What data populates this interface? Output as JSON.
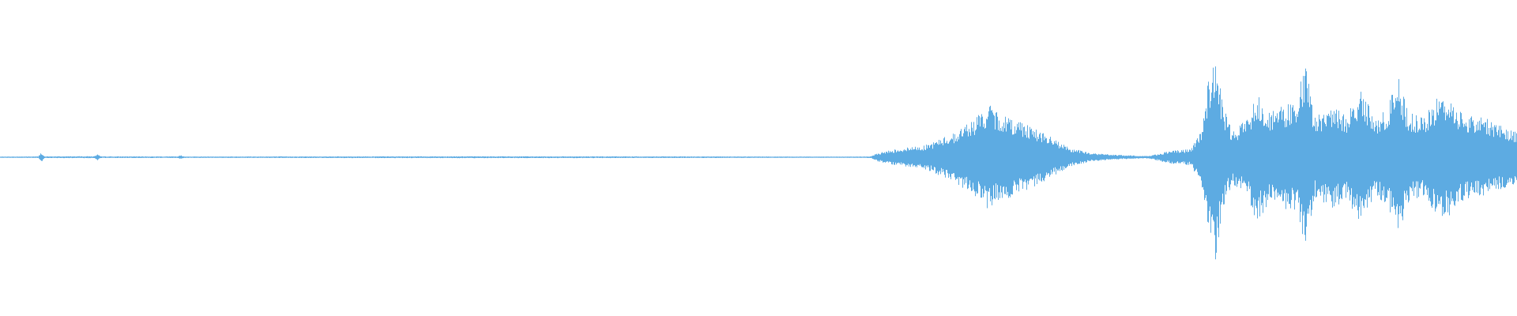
{
  "waveform": {
    "color": "#5DABE2",
    "background": "#FFFFFF",
    "amplitude_envelope": [
      [
        0.0,
        0.006
      ],
      [
        0.025,
        0.008
      ],
      [
        0.027,
        0.05
      ],
      [
        0.029,
        0.008
      ],
      [
        0.062,
        0.01
      ],
      [
        0.064,
        0.03
      ],
      [
        0.066,
        0.008
      ],
      [
        0.117,
        0.008
      ],
      [
        0.119,
        0.02
      ],
      [
        0.121,
        0.007
      ],
      [
        0.3,
        0.009
      ],
      [
        0.45,
        0.008
      ],
      [
        0.56,
        0.006
      ],
      [
        0.574,
        0.008
      ],
      [
        0.578,
        0.04
      ],
      [
        0.59,
        0.08
      ],
      [
        0.61,
        0.12
      ],
      [
        0.63,
        0.25
      ],
      [
        0.645,
        0.42
      ],
      [
        0.651,
        0.52
      ],
      [
        0.66,
        0.42
      ],
      [
        0.675,
        0.35
      ],
      [
        0.69,
        0.22
      ],
      [
        0.705,
        0.09
      ],
      [
        0.72,
        0.04
      ],
      [
        0.74,
        0.02
      ],
      [
        0.757,
        0.012
      ],
      [
        0.77,
        0.06
      ],
      [
        0.785,
        0.08
      ],
      [
        0.792,
        0.3
      ],
      [
        0.797,
        0.82
      ],
      [
        0.801,
        1.0
      ],
      [
        0.806,
        0.5
      ],
      [
        0.812,
        0.26
      ],
      [
        0.822,
        0.38
      ],
      [
        0.828,
        0.65
      ],
      [
        0.836,
        0.45
      ],
      [
        0.845,
        0.5
      ],
      [
        0.855,
        0.56
      ],
      [
        0.86,
        0.95
      ],
      [
        0.866,
        0.4
      ],
      [
        0.878,
        0.5
      ],
      [
        0.888,
        0.42
      ],
      [
        0.897,
        0.7
      ],
      [
        0.906,
        0.35
      ],
      [
        0.915,
        0.5
      ],
      [
        0.921,
        0.82
      ],
      [
        0.928,
        0.45
      ],
      [
        0.938,
        0.38
      ],
      [
        0.948,
        0.6
      ],
      [
        0.956,
        0.58
      ],
      [
        0.965,
        0.42
      ],
      [
        0.975,
        0.4
      ],
      [
        0.985,
        0.35
      ],
      [
        0.995,
        0.28
      ],
      [
        1.0,
        0.25
      ]
    ]
  }
}
